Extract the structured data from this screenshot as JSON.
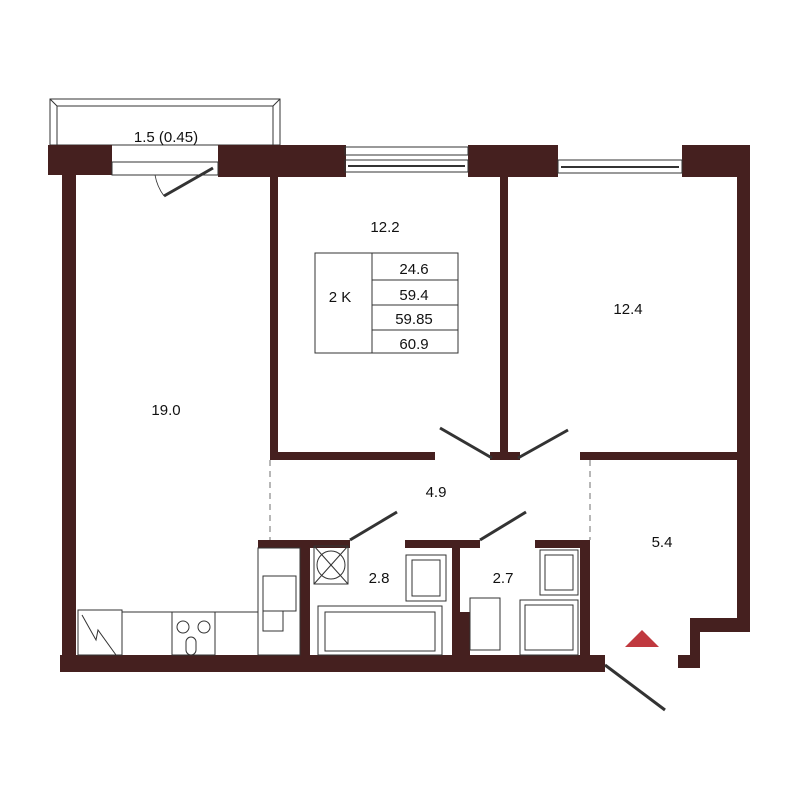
{
  "colors": {
    "wall": "#45201f",
    "marker": "#c0393f"
  },
  "balcony": {
    "area": "1.5 (0.45)"
  },
  "rooms": {
    "living": "19.0",
    "bedroom1": "12.2",
    "bedroom2": "12.4",
    "hall": "4.9",
    "entry": "5.4",
    "bathroom": "2.8",
    "toilet": "2.7"
  },
  "summary": {
    "type": "2 K",
    "values": [
      "24.6",
      "59.4",
      "59.85",
      "60.9"
    ]
  },
  "icons": {
    "entrance": "triangle-marker"
  }
}
